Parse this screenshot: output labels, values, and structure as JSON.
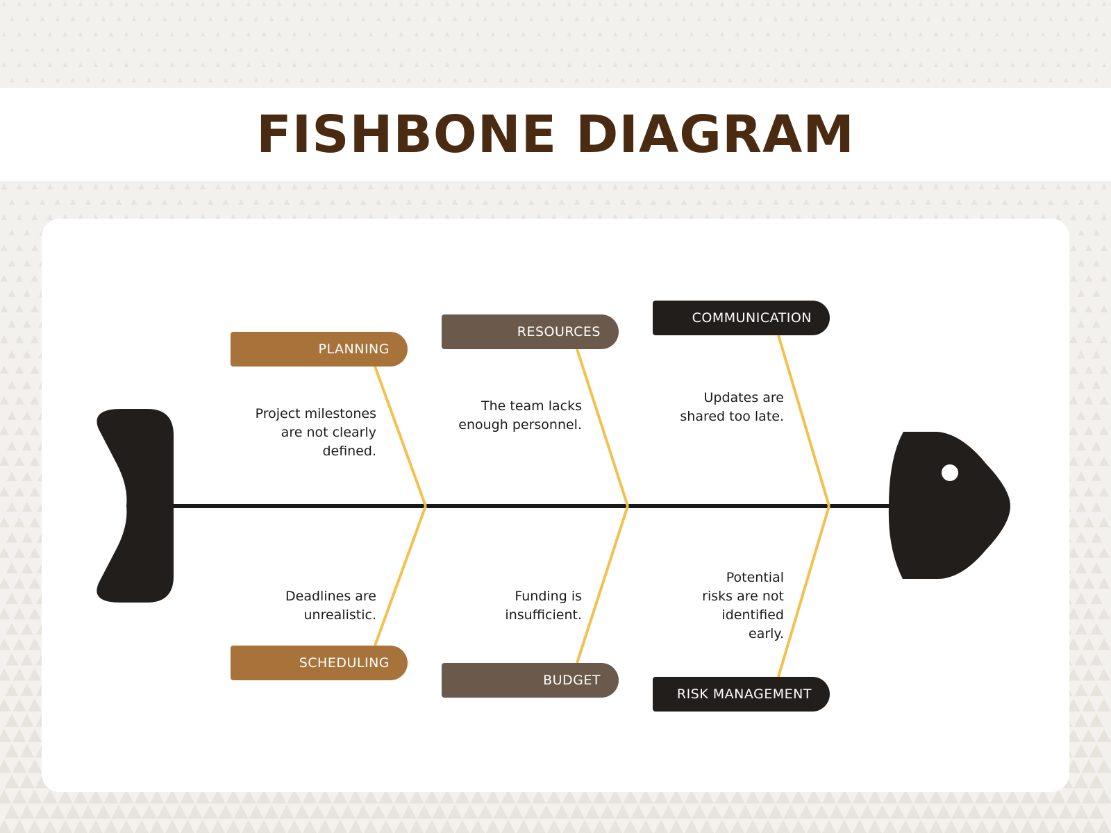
{
  "title": "FISHBONE DIAGRAM",
  "colors": {
    "background": "#f3f1ee",
    "pattern": "#dcd8cf",
    "title": "#4a2a10",
    "spine": "#1a1918",
    "bone": "#f2c14e",
    "fish": "#221e1b",
    "planning": "#a8733a",
    "resources": "#6b5a4b",
    "communication": "#221e1b"
  },
  "categories": {
    "planning": {
      "label": "PLANNING",
      "cause": "Project milestones\nare not clearly\ndefined."
    },
    "resources": {
      "label": "RESOURCES",
      "cause": "The team lacks\nenough personnel."
    },
    "communication": {
      "label": "COMMUNICATION",
      "cause": "Updates are\nshared too late."
    },
    "scheduling": {
      "label": "SCHEDULING",
      "cause": "Deadlines are\nunrealistic."
    },
    "budget": {
      "label": "BUDGET",
      "cause": "Funding is\ninsufficient."
    },
    "risk_management": {
      "label": "RISK MANAGEMENT",
      "cause": "Potential\nrisks are not\nidentified\nearly."
    }
  }
}
